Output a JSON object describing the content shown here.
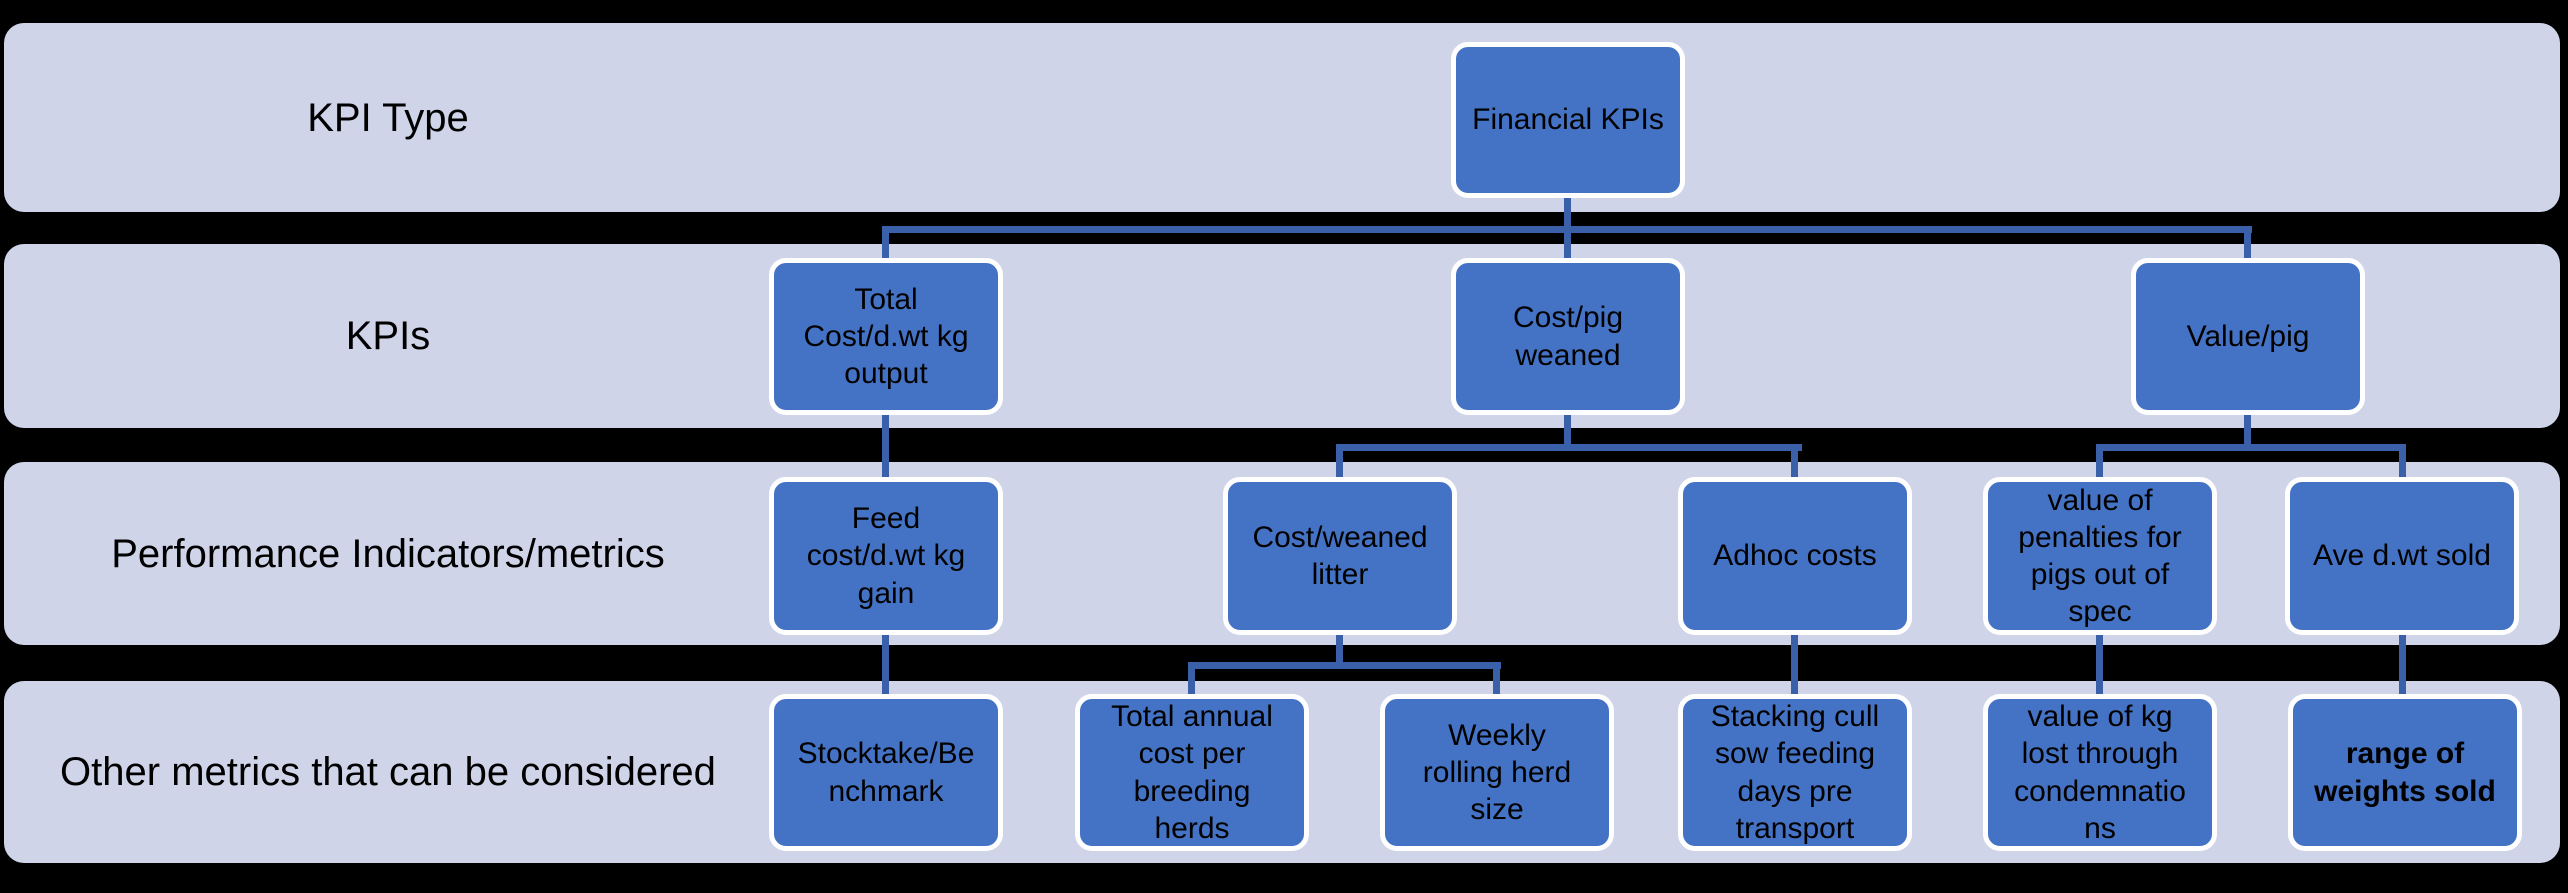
{
  "diagram": {
    "rows": [
      {
        "label": "KPI Type",
        "nodes": [
          {
            "id": "financial-kpis",
            "label": "Financial KPIs"
          }
        ]
      },
      {
        "label": "KPIs",
        "nodes": [
          {
            "id": "total-cost-dwt-kg-output",
            "label": "Total\nCost/d.wt kg\noutput"
          },
          {
            "id": "cost-pig-weaned",
            "label": "Cost/pig\nweaned"
          },
          {
            "id": "value-pig",
            "label": "Value/pig"
          }
        ]
      },
      {
        "label": "Performance Indicators/metrics",
        "nodes": [
          {
            "id": "feed-cost-dwt-kg-gain",
            "label": "Feed\ncost/d.wt kg\ngain"
          },
          {
            "id": "cost-weaned-litter",
            "label": "Cost/weaned\nlitter"
          },
          {
            "id": "adhoc-costs",
            "label": "Adhoc costs"
          },
          {
            "id": "value-penalties-pigs-out-of-spec",
            "label": "value of\npenalties for\npigs out of\nspec"
          },
          {
            "id": "ave-dwt-sold",
            "label": "Ave d.wt sold"
          }
        ]
      },
      {
        "label": "Other metrics that can be considered",
        "nodes": [
          {
            "id": "stocktake-benchmark",
            "label": "Stocktake/Be\nnchmark"
          },
          {
            "id": "total-annual-cost-breeding-herds",
            "label": "Total annual\ncost per\nbreeding\nherds"
          },
          {
            "id": "weekly-rolling-herd-size",
            "label": "Weekly\nrolling herd\nsize"
          },
          {
            "id": "stacking-cull-sow-feeding-days",
            "label": "Stacking cull\nsow feeding\ndays pre\ntransport"
          },
          {
            "id": "value-kg-lost-condemnations",
            "label": "value of kg\nlost through\ncondemnatio\nns",
            "note_display_wrap": "condemnations wraps mid-word"
          },
          {
            "id": "range-weights-sold",
            "label": "range of\nweights sold",
            "bold": true
          }
        ]
      }
    ],
    "edges": [
      {
        "from": "financial-kpis",
        "to": "total-cost-dwt-kg-output"
      },
      {
        "from": "financial-kpis",
        "to": "cost-pig-weaned"
      },
      {
        "from": "financial-kpis",
        "to": "value-pig"
      },
      {
        "from": "total-cost-dwt-kg-output",
        "to": "feed-cost-dwt-kg-gain"
      },
      {
        "from": "cost-pig-weaned",
        "to": "cost-weaned-litter"
      },
      {
        "from": "cost-pig-weaned",
        "to": "adhoc-costs"
      },
      {
        "from": "value-pig",
        "to": "value-penalties-pigs-out-of-spec"
      },
      {
        "from": "value-pig",
        "to": "ave-dwt-sold"
      },
      {
        "from": "feed-cost-dwt-kg-gain",
        "to": "stocktake-benchmark"
      },
      {
        "from": "cost-weaned-litter",
        "to": "total-annual-cost-breeding-herds"
      },
      {
        "from": "cost-weaned-litter",
        "to": "weekly-rolling-herd-size"
      },
      {
        "from": "adhoc-costs",
        "to": "stacking-cull-sow-feeding-days"
      },
      {
        "from": "value-penalties-pigs-out-of-spec",
        "to": "value-kg-lost-condemnations"
      },
      {
        "from": "ave-dwt-sold",
        "to": "range-weights-sold"
      }
    ],
    "colors": {
      "background": "#000000",
      "band": "#CFD4E9",
      "node_fill": "#4472C4",
      "node_border": "#FFFFFF",
      "connector": "#3A60AA",
      "text": "#000000"
    }
  }
}
